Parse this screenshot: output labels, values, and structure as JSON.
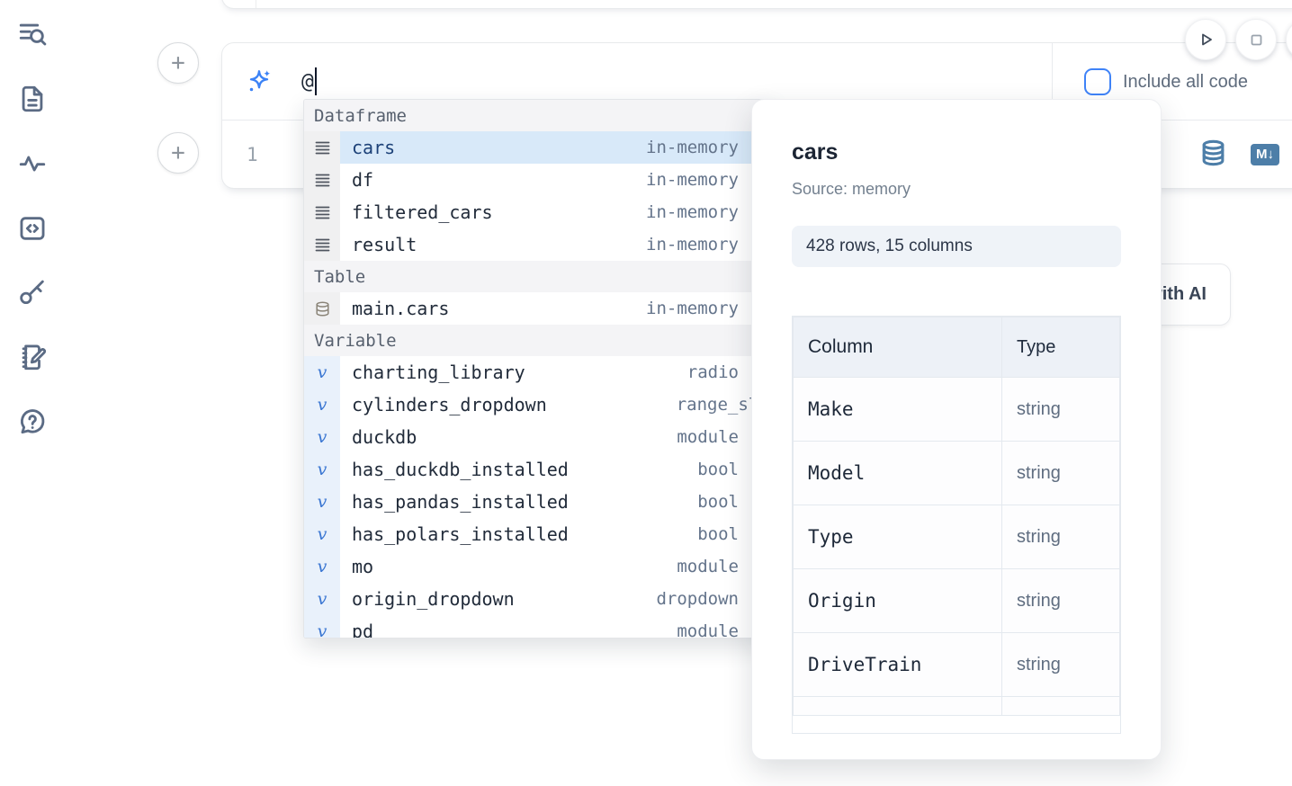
{
  "sidebar": {
    "icons": [
      "list-search",
      "document",
      "activity",
      "code-square",
      "key",
      "notebook-edit",
      "help-chat"
    ]
  },
  "cell": {
    "add_cell_label": "+",
    "prompt": {
      "value": "@"
    },
    "include_all_code_label": "Include all code",
    "editor": {
      "line_number": "1"
    },
    "markdown_badge_label": "M↓"
  },
  "autocomplete": {
    "sections": [
      {
        "label": "Dataframe",
        "items": [
          {
            "name": "cars",
            "type": "in-memory",
            "selected": true
          },
          {
            "name": "df",
            "type": "in-memory"
          },
          {
            "name": "filtered_cars",
            "type": "in-memory"
          },
          {
            "name": "result",
            "type": "in-memory"
          }
        ]
      },
      {
        "label": "Table",
        "items": [
          {
            "name": "main.cars",
            "type": "in-memory"
          }
        ]
      },
      {
        "label": "Variable",
        "items": [
          {
            "name": "charting_library",
            "type": "radio"
          },
          {
            "name": "cylinders_dropdown",
            "type": "range_slider"
          },
          {
            "name": "duckdb",
            "type": "module"
          },
          {
            "name": "has_duckdb_installed",
            "type": "bool"
          },
          {
            "name": "has_pandas_installed",
            "type": "bool"
          },
          {
            "name": "has_polars_installed",
            "type": "bool"
          },
          {
            "name": "mo",
            "type": "module"
          },
          {
            "name": "origin_dropdown",
            "type": "dropdown"
          },
          {
            "name": "pd",
            "type": "module",
            "clipped": true
          }
        ]
      }
    ]
  },
  "panel": {
    "title": "cars",
    "source": "Source: memory",
    "shape": "428 rows, 15 columns",
    "table": {
      "headers": [
        "Column",
        "Type"
      ],
      "rows": [
        [
          "Make",
          "string"
        ],
        [
          "Model",
          "string"
        ],
        [
          "Type",
          "string"
        ],
        [
          "Origin",
          "string"
        ],
        [
          "DriveTrain",
          "string"
        ]
      ]
    }
  },
  "ai_button": {
    "label": "Generate with AI",
    "visible_fragment": "h AI"
  },
  "colors": {
    "accent_blue": "#3b82f6",
    "steel_blue": "#4d7ea8",
    "selection_bg": "#d8e9f9",
    "sidebar_icon": "#5b6b84"
  }
}
